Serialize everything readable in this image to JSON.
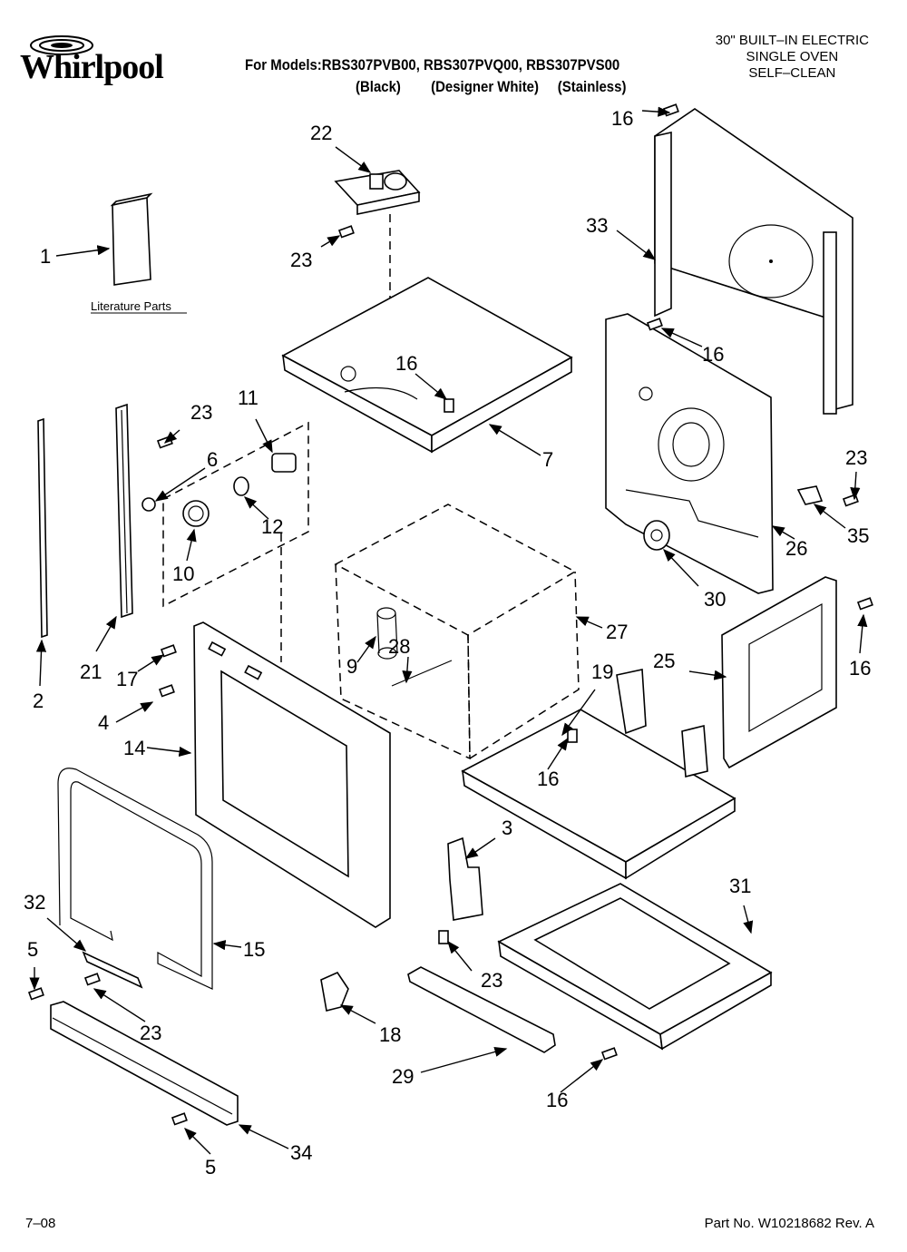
{
  "header": {
    "brand": "Whirlpool",
    "models_line": "For Models:RBS307PVB00, RBS307PVQ00, RBS307PVS00",
    "variants_line": "(Black)        (Designer White)     (Stainless)",
    "product_lines": [
      "30\" BUILT–IN ELECTRIC",
      "SINGLE OVEN",
      "SELF–CLEAN"
    ]
  },
  "literature_label": "Literature Parts",
  "callouts": [
    {
      "id": "c1",
      "text": "1"
    },
    {
      "id": "c2",
      "text": "2"
    },
    {
      "id": "c3",
      "text": "3"
    },
    {
      "id": "c4",
      "text": "4"
    },
    {
      "id": "c5a",
      "text": "5"
    },
    {
      "id": "c5b",
      "text": "5"
    },
    {
      "id": "c6",
      "text": "6"
    },
    {
      "id": "c7",
      "text": "7"
    },
    {
      "id": "c9",
      "text": "9"
    },
    {
      "id": "c10",
      "text": "10"
    },
    {
      "id": "c11",
      "text": "11"
    },
    {
      "id": "c12",
      "text": "12"
    },
    {
      "id": "c14",
      "text": "14"
    },
    {
      "id": "c15",
      "text": "15"
    },
    {
      "id": "c16a",
      "text": "16"
    },
    {
      "id": "c16b",
      "text": "16"
    },
    {
      "id": "c16c",
      "text": "16"
    },
    {
      "id": "c16d",
      "text": "16"
    },
    {
      "id": "c16e",
      "text": "16"
    },
    {
      "id": "c16f",
      "text": "16"
    },
    {
      "id": "c17",
      "text": "17"
    },
    {
      "id": "c18",
      "text": "18"
    },
    {
      "id": "c19",
      "text": "19"
    },
    {
      "id": "c21",
      "text": "21"
    },
    {
      "id": "c22",
      "text": "22"
    },
    {
      "id": "c23a",
      "text": "23"
    },
    {
      "id": "c23b",
      "text": "23"
    },
    {
      "id": "c23c",
      "text": "23"
    },
    {
      "id": "c23d",
      "text": "23"
    },
    {
      "id": "c23e",
      "text": "23"
    },
    {
      "id": "c25",
      "text": "25"
    },
    {
      "id": "c26",
      "text": "26"
    },
    {
      "id": "c27",
      "text": "27"
    },
    {
      "id": "c28",
      "text": "28"
    },
    {
      "id": "c29",
      "text": "29"
    },
    {
      "id": "c30",
      "text": "30"
    },
    {
      "id": "c31",
      "text": "31"
    },
    {
      "id": "c32",
      "text": "32"
    },
    {
      "id": "c33",
      "text": "33"
    },
    {
      "id": "c34",
      "text": "34"
    },
    {
      "id": "c35",
      "text": "35"
    }
  ],
  "footer": {
    "date_code": "7–08",
    "part_number": "Part No. W10218682 Rev. A"
  }
}
